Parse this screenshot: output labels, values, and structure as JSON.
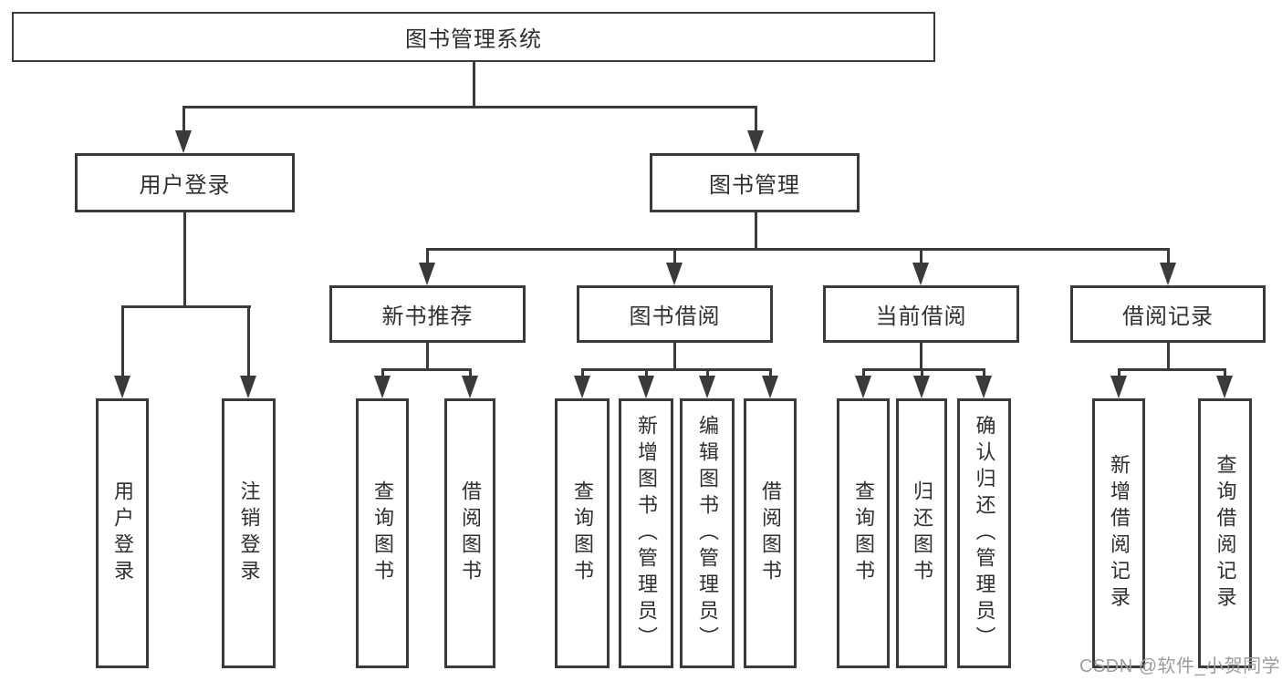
{
  "diagram": {
    "root": {
      "label": "图书管理系统",
      "children": [
        {
          "label": "用户登录",
          "children": [
            {
              "label": "用户登录"
            },
            {
              "label": "注销登录"
            }
          ]
        },
        {
          "label": "图书管理",
          "children": [
            {
              "label": "新书推荐",
              "children": [
                {
                  "label": "查询图书"
                },
                {
                  "label": "借阅图书"
                }
              ]
            },
            {
              "label": "图书借阅",
              "children": [
                {
                  "label": "查询图书"
                },
                {
                  "label": "新增图书（管理员）"
                },
                {
                  "label": "编辑图书（管理员）"
                },
                {
                  "label": "借阅图书"
                }
              ]
            },
            {
              "label": "当前借阅",
              "children": [
                {
                  "label": "查询图书"
                },
                {
                  "label": "归还图书"
                },
                {
                  "label": "确认归还（管理员）"
                }
              ]
            },
            {
              "label": "借阅记录",
              "children": [
                {
                  "label": "新增借阅记录"
                },
                {
                  "label": "查询借阅记录"
                }
              ]
            }
          ]
        }
      ]
    },
    "watermark": "CSDN @软件_小贺同学",
    "colors": {
      "line": "#3a3a3a",
      "text": "#2f2f2f",
      "watermark": "#9c9c9c",
      "background": "#ffffff"
    }
  }
}
